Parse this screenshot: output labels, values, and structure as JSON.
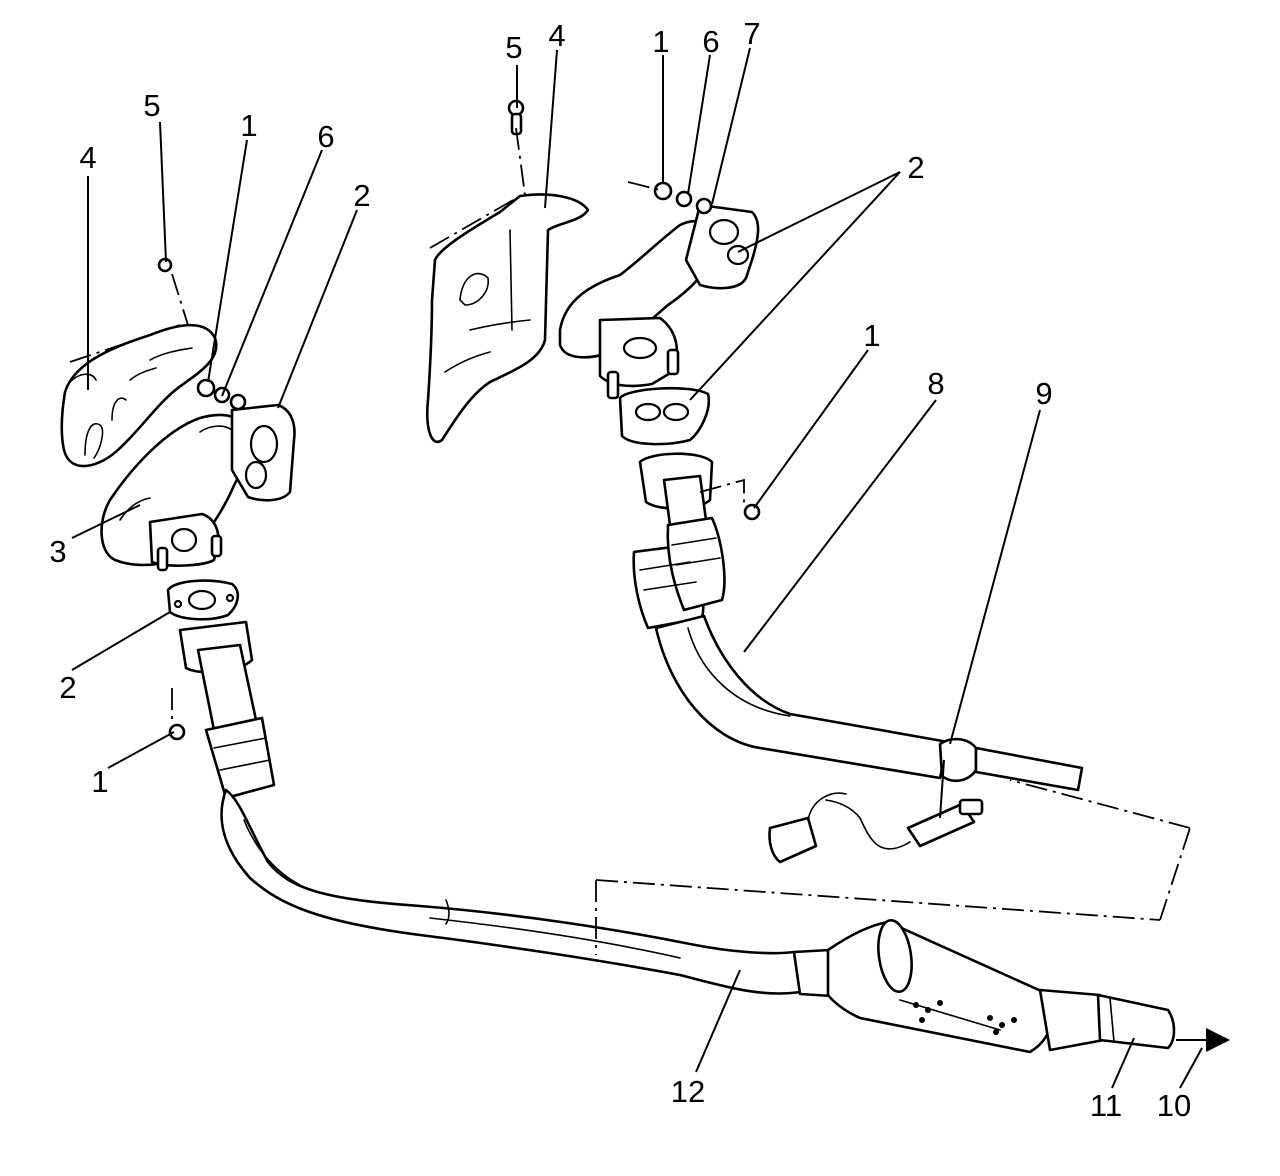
{
  "callouts": {
    "left_4": "4",
    "left_5": "5",
    "left_1_top": "1",
    "left_6": "6",
    "left_2_top": "2",
    "left_3": "3",
    "left_2_bottom": "2",
    "left_1_bottom": "1",
    "right_5": "5",
    "right_4": "4",
    "right_1_top": "1",
    "right_6": "6",
    "right_7": "7",
    "right_2": "2",
    "right_1_mid": "1",
    "right_8": "8",
    "right_9": "9",
    "bottom_12": "12",
    "bottom_11": "11",
    "bottom_10": "10"
  },
  "colors": {
    "line": "#000000",
    "background": "#ffffff"
  }
}
